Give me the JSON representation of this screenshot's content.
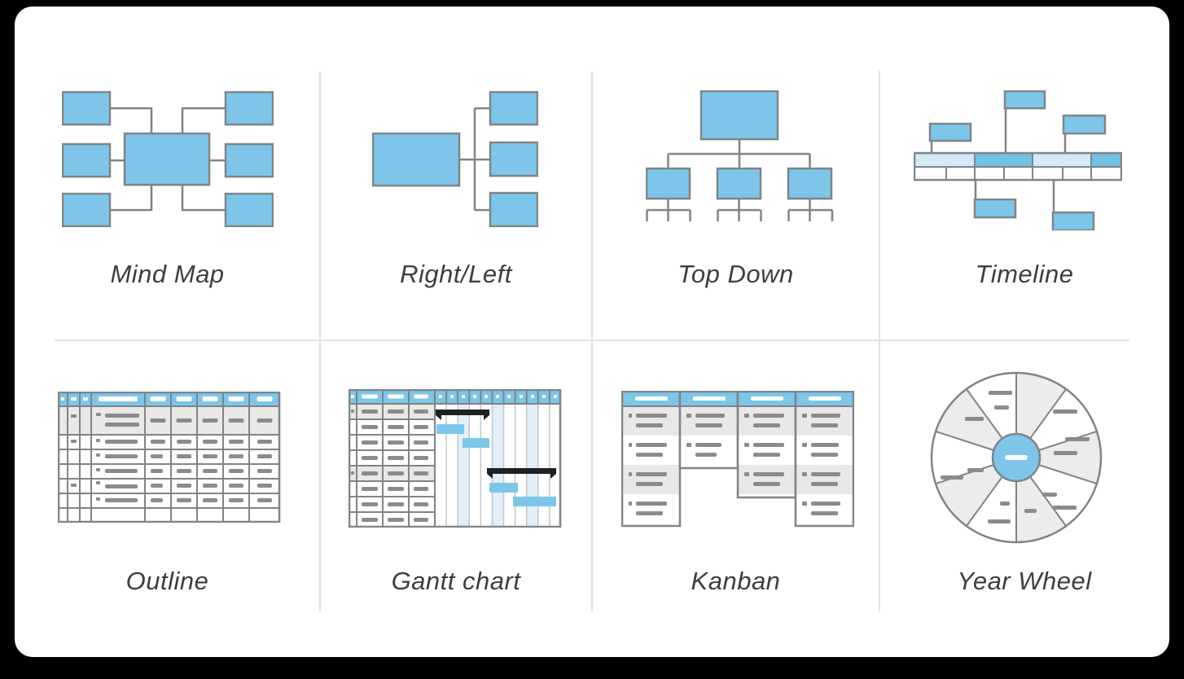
{
  "views": [
    {
      "id": "mind-map",
      "label": "Mind Map"
    },
    {
      "id": "right-left",
      "label": "Right/Left"
    },
    {
      "id": "top-down",
      "label": "Top Down"
    },
    {
      "id": "timeline",
      "label": "Timeline"
    },
    {
      "id": "outline",
      "label": "Outline"
    },
    {
      "id": "gantt",
      "label": "Gantt chart"
    },
    {
      "id": "kanban",
      "label": "Kanban"
    },
    {
      "id": "year-wheel",
      "label": "Year Wheel"
    }
  ],
  "colors": {
    "accent": "#7dc6ea",
    "accent_med": "#74c0e6",
    "accent_light": "#d3eaf8",
    "accent_tint": "#e1effa",
    "outline": "#7f8487",
    "grid_divider": "#e3e3e3",
    "row_gray": "#e8e8e8",
    "placeholder_dark": "#8b8b8b",
    "bracket_black": "#1f2023",
    "label_text": "#3a3e41",
    "canvas_black": "#000000",
    "surface_white": "#ffffff"
  }
}
